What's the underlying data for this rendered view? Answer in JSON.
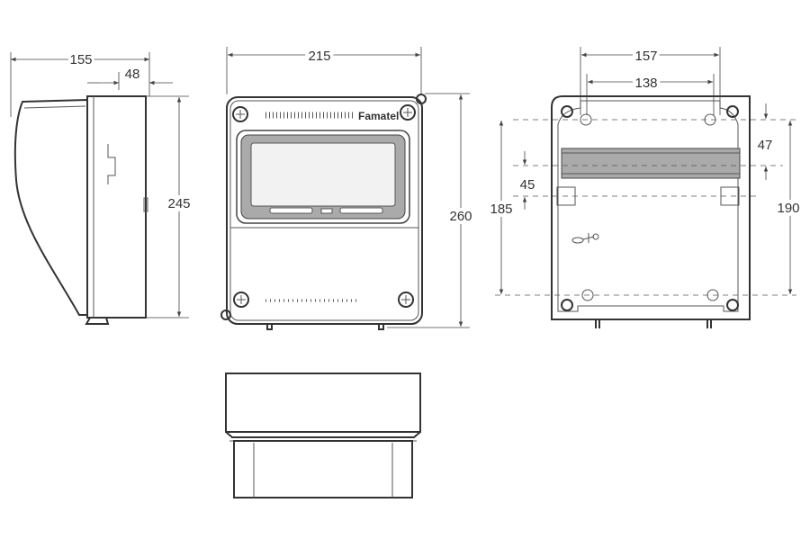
{
  "brand": "Famatel",
  "dimensions": {
    "side_depth": "155",
    "side_offset": "48",
    "side_height": "245",
    "front_width": "215",
    "front_height": "260",
    "back_width_outer": "157",
    "back_width_inner": "138",
    "back_rail_offset": "47",
    "back_rail_spacing": "45",
    "back_height_left": "185",
    "back_height_right": "190"
  }
}
